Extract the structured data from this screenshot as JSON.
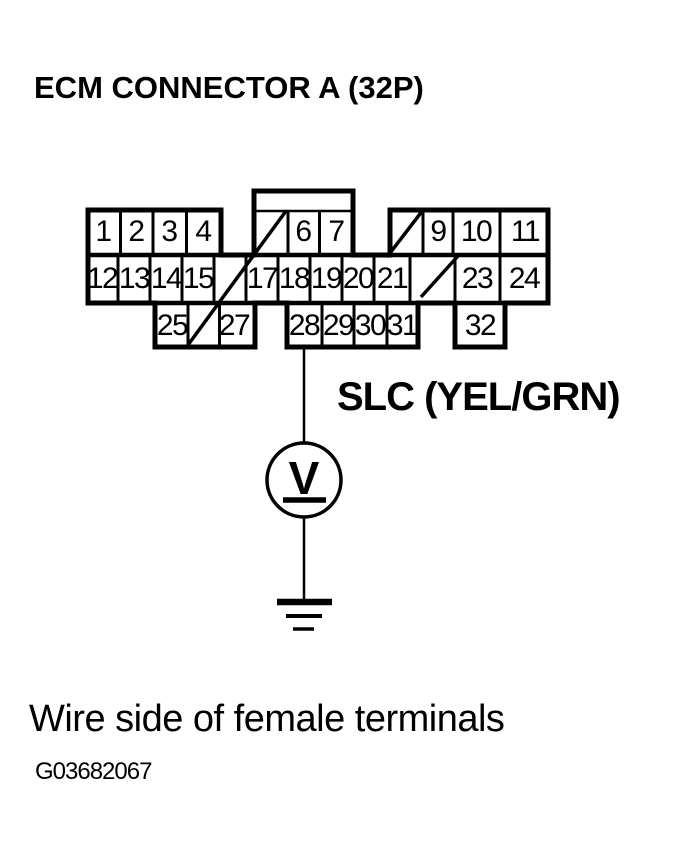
{
  "title": "ECM CONNECTOR A (32P)",
  "connector": {
    "label": "ECM Connector A",
    "pin_count_label": "32P",
    "rows": 3,
    "pins": {
      "1": "1",
      "2": "2",
      "3": "3",
      "4": "4",
      "6": "6",
      "7": "7",
      "9": "9",
      "10": "10",
      "11": "11",
      "12": "12",
      "13": "13",
      "14": "14",
      "15": "15",
      "17": "17",
      "18": "18",
      "19": "19",
      "20": "20",
      "21": "21",
      "23": "23",
      "24": "24",
      "25": "25",
      "27": "27",
      "28": "28",
      "29": "29",
      "30": "30",
      "31": "31",
      "32": "32"
    },
    "empty_slashed_positions": [
      5,
      8,
      16,
      22,
      26
    ]
  },
  "wire": {
    "label": "SLC (YEL/GRN)",
    "from_pin": "28"
  },
  "meter": {
    "symbol": "V"
  },
  "caption": "Wire side of female terminals",
  "figure_id": "G03682067",
  "colors": {
    "ink": "#000000",
    "background": "#ffffff"
  }
}
